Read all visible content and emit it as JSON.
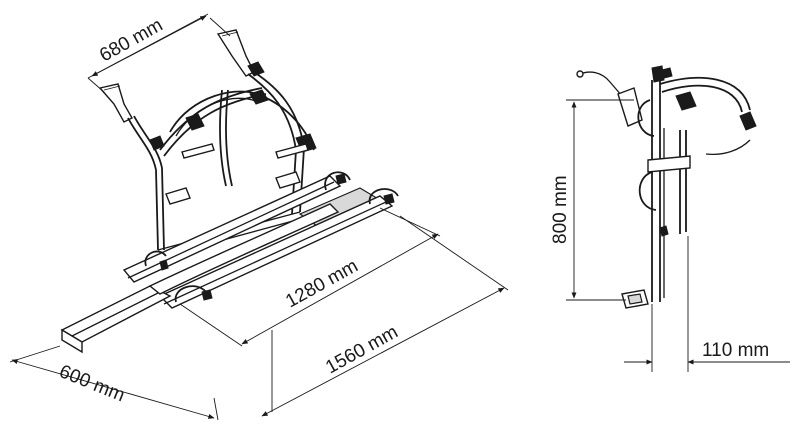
{
  "dimensions": {
    "top_width": "680 mm",
    "inner_rail": "1280 mm",
    "outer_rail": "1560 mm",
    "depth": "600 mm",
    "height": "800 mm",
    "offset": "110 mm"
  }
}
